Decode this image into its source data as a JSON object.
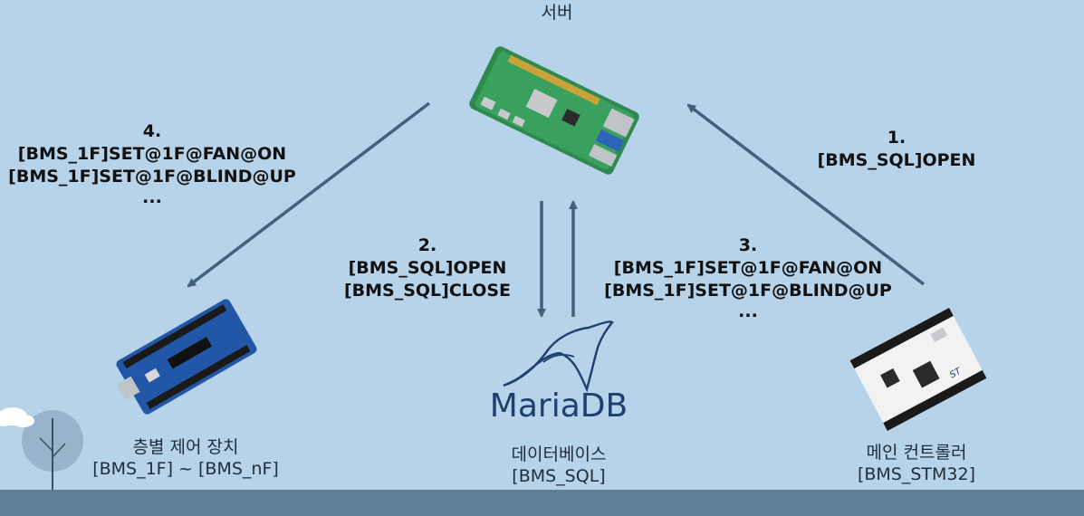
{
  "nodes": {
    "server": {
      "title": "서버"
    },
    "floor": {
      "title": "층별 제어 장치",
      "subtitle": "[BMS_1F] ~ [BMS_nF]"
    },
    "database": {
      "title": "데이터베이스",
      "subtitle": "[BMS_SQL]",
      "logo_text": "MariaDB"
    },
    "main": {
      "title": "메인 컨트롤러",
      "subtitle": "[BMS_STM32]"
    }
  },
  "messages": {
    "m1": {
      "step": "1.",
      "lines": [
        "[BMS_SQL]OPEN"
      ]
    },
    "m2": {
      "step": "2.",
      "lines": [
        "[BMS_SQL]OPEN",
        "[BMS_SQL]CLOSE"
      ]
    },
    "m3": {
      "step": "3.",
      "lines": [
        "[BMS_1F]SET@1F@FAN@ON",
        "[BMS_1F]SET@1F@BLIND@UP",
        "..."
      ]
    },
    "m4": {
      "step": "4.",
      "lines": [
        "[BMS_1F]SET@1F@FAN@ON",
        "[BMS_1F]SET@1F@BLIND@UP",
        "..."
      ]
    }
  },
  "colors": {
    "background": "#b7d3e9",
    "ground": "#5f7f99",
    "arrow": "#41617f",
    "mariadb": "#1f3f6e"
  }
}
